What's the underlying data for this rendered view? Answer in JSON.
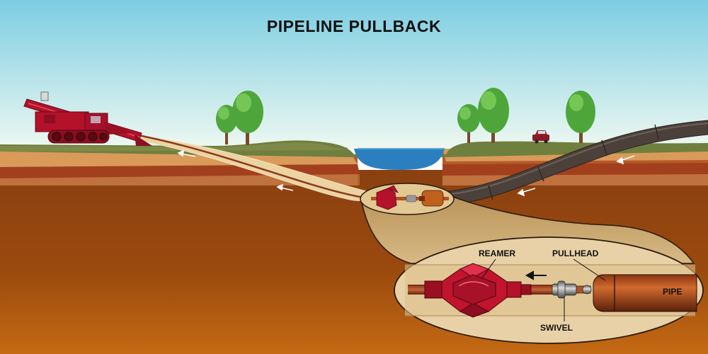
{
  "title": "PIPELINE PULLBACK",
  "labels": {
    "reamer": "REAMER",
    "pullhead": "PULLHEAD",
    "pipe": "PIPE",
    "swivel": "SWIVEL"
  },
  "colors": {
    "sky_top": "#8fd0e0",
    "sky_bottom": "#e7f5ee",
    "grass": "#6a7f3a",
    "soil_light": "#c98a4a",
    "soil_mid": "#b4642e",
    "soil_deep": "#7e3a0e",
    "water": "#2f86c6",
    "rig_red": "#b3122a",
    "pipe_dark": "#4a3f39",
    "pipe_copper": "#b0521f",
    "bore_tan": "#e9cf9e",
    "callout_fill": "#c6a56c"
  },
  "icons": [
    "drill-rig-icon",
    "tree-icon",
    "car-icon",
    "reamer-icon",
    "swivel-icon",
    "pullhead-icon",
    "arrow-left-icon"
  ]
}
